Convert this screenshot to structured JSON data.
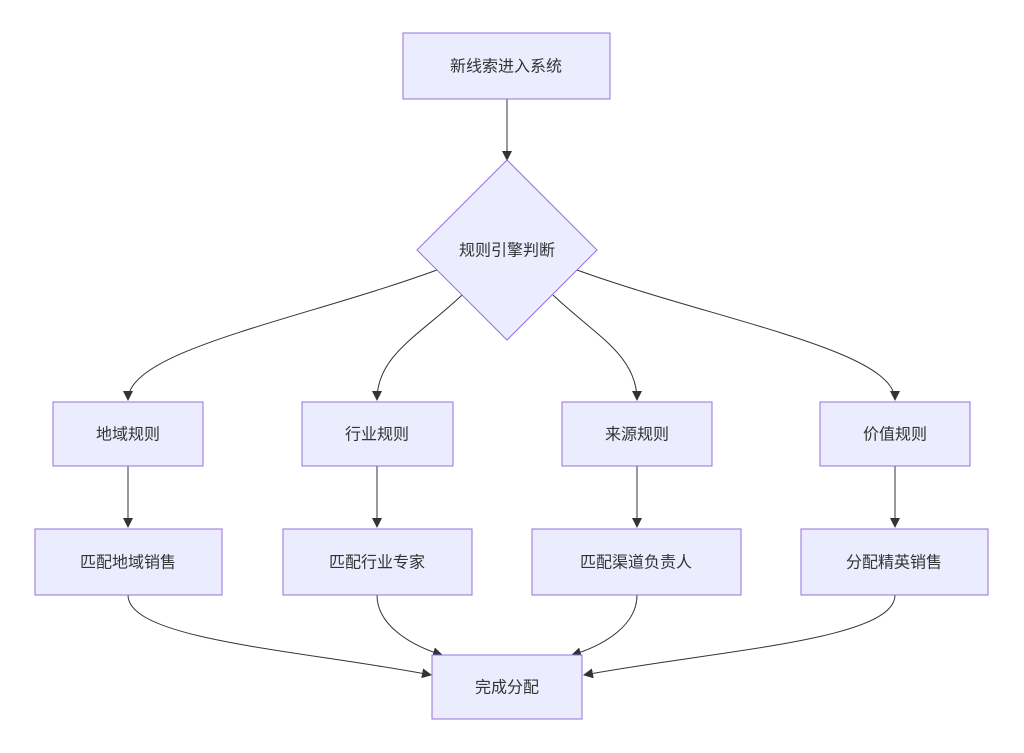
{
  "nodes": {
    "start": "新线索进入系统",
    "decision": "规则引擎判断",
    "rule_region": "地域规则",
    "rule_industry": "行业规则",
    "rule_source": "来源规则",
    "rule_value": "价值规则",
    "match_region": "匹配地域销售",
    "match_industry": "匹配行业专家",
    "match_source": "匹配渠道负责人",
    "match_value": "分配精英销售",
    "end": "完成分配"
  },
  "colors": {
    "node_fill": "#ECECFF",
    "node_stroke": "#9370DB",
    "edge": "#333333",
    "text": "#333333"
  }
}
